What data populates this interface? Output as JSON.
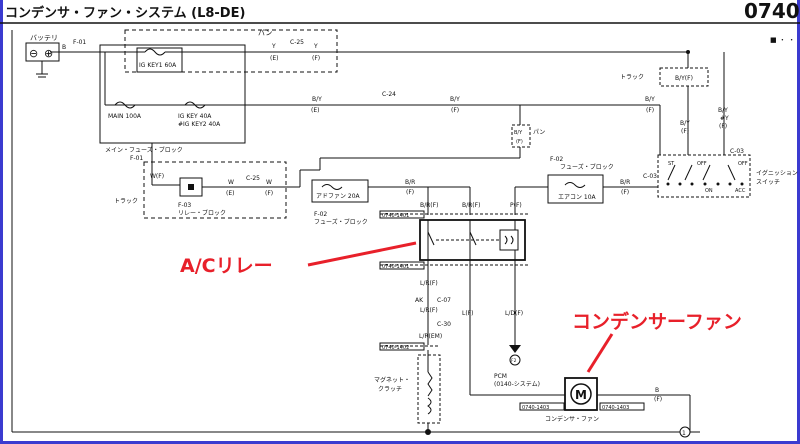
{
  "title": "コンデンサ・ファン・システム (L8-DE)",
  "page_code": "0740-",
  "labels": {
    "battery": "バッテリ",
    "pan_top": "パン",
    "ig_key1": "IG KEY1  60A",
    "main": "MAIN   100A",
    "ig_key2_1": "IG KEY 40A",
    "ig_key2_2": "#IG KEY2 40A",
    "main_fuse_block": "メイン・フューズ・ブロック",
    "f01_a": "F-01",
    "f01_b": "F-01",
    "b_left": "B",
    "c25_top": "C-25",
    "y_e_top": "Y",
    "e_top": "(E)",
    "y_f_top": "Y",
    "f_top": "(F)",
    "c24": "C-24",
    "by_e": "B/Y",
    "e_mid": "(E)",
    "by_f1": "B/Y",
    "f_mid1": "(F)",
    "by_f2": "B/Y",
    "f_mid2": "(F)",
    "truck_right": "トラック",
    "by_f_box": "B/Y(F)",
    "by_f3": "B/Y",
    "f3": "(F)",
    "by_yf": "B/Y",
    "yf": "#Y",
    "yf2": "(F)",
    "pan_mid": "パン",
    "by_pan": "B/Y",
    "f_pan": "(F)",
    "truck_left": "トラック",
    "wf": "W(F)",
    "f03": "F-03",
    "relay_block": "リレー・ブロック",
    "c25_mid": "C-25",
    "w_e": "W",
    "e_w": "(E)",
    "w_f": "W",
    "f_w": "(F)",
    "ad_fan": "アドファン  20A",
    "f02_left": "F-02",
    "fuse_block_left": "フューズ・ブロック",
    "br_f": "B/R",
    "f_br": "(F)",
    "f02_right": "F-02",
    "fuse_block_right": "フューズ・ブロック",
    "aircon": "エアコン   10A",
    "c03_left": "C-03",
    "br_f2": "B/R",
    "f_br2": "(F)",
    "ign_label1": "イグニッション",
    "ign_label2": "スイッチ",
    "c03_right": "C-03",
    "bf": "B/R(F)",
    "brf": "B/R(F)",
    "pf": "P(F)",
    "conn_top": "0740-1401",
    "conn_bot": "0740-1401",
    "ac_relay": "A/Cリレー",
    "lrf": "L/R(F)",
    "lf": "L(F)",
    "ldf": "L/D(F)",
    "ak": "AK",
    "c07": "C-07",
    "c30": "C-30",
    "lrem": "L/R(EM)",
    "conn_clutch": "0740-1402",
    "mag1": "マグネット・",
    "mag2": "クラッチ",
    "f2": "F2",
    "pcm1": "PCM",
    "pcm2": "(0140-システム)",
    "condenser_fan": "コンデンサーファン",
    "fan_small": "コンデンサ・ファン",
    "conn_fan_l": "0740-1403",
    "conn_fan_r": "0740-1403",
    "b_right": "B",
    "f_right": "(F)",
    "ground_num": "1"
  },
  "colors": {
    "annotation": "#e8202a",
    "frame": "#3b3bd0",
    "ink": "#111111"
  }
}
